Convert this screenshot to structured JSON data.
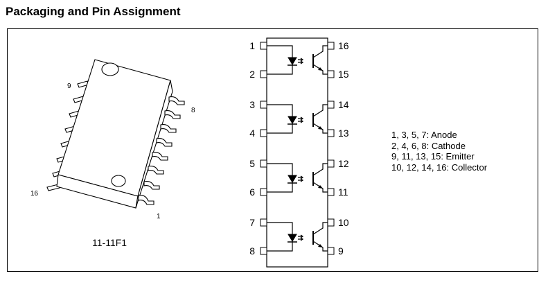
{
  "heading": "Packaging and Pin Assignment",
  "package": {
    "label": "11-11F1",
    "pin_marks": [
      "9",
      "8",
      "16",
      "1"
    ]
  },
  "schematic": {
    "left_pins": [
      "1",
      "2",
      "3",
      "4",
      "5",
      "6",
      "7",
      "8"
    ],
    "right_pins": [
      "16",
      "15",
      "14",
      "13",
      "12",
      "11",
      "10",
      "9"
    ]
  },
  "legend": [
    "1, 3, 5, 7: Anode",
    "2, 4, 6, 8: Cathode",
    "9, 11, 13, 15: Emitter",
    "10, 12, 14, 16: Collector"
  ]
}
